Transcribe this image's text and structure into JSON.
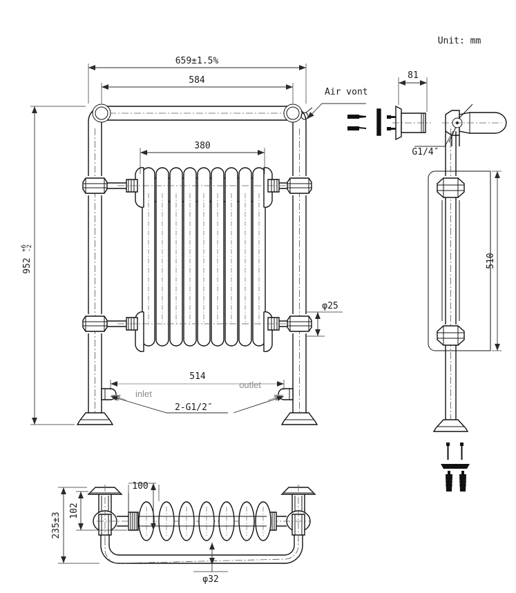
{
  "drawing": {
    "unit_note": "Unit: mm",
    "views": {
      "front": "front-elevation-towel-radiator",
      "side": "side-elevation",
      "plan": "bottom-plan-view",
      "fittings": "wall-fixing-kit"
    }
  },
  "labels": {
    "unit": "Unit: mm",
    "air_vent": "Air vont",
    "g14": "G1/4″",
    "g12": "2-G1/2″",
    "inlet": "inlet",
    "outlet": "outlet"
  },
  "dimensions": {
    "overall_width": "659±1.5%",
    "inner_width": "584",
    "radiator_width": "380",
    "overall_height_value": "952",
    "overall_height_tol_plus": "+6",
    "overall_height_tol_minus": "-2",
    "tube_diameter": "φ25",
    "leg_spacing": "514",
    "bracket_width": "81",
    "side_height": "510",
    "plan_depth": "235±3",
    "plan_offset": "102",
    "plan_fin_width": "100",
    "rail_diameter": "φ32"
  },
  "colors": {
    "line": "#111111",
    "dimension": "#2a2a2a",
    "annotation_gray": "#8a8a8a",
    "centerline": "#555555",
    "background": "#ffffff"
  }
}
